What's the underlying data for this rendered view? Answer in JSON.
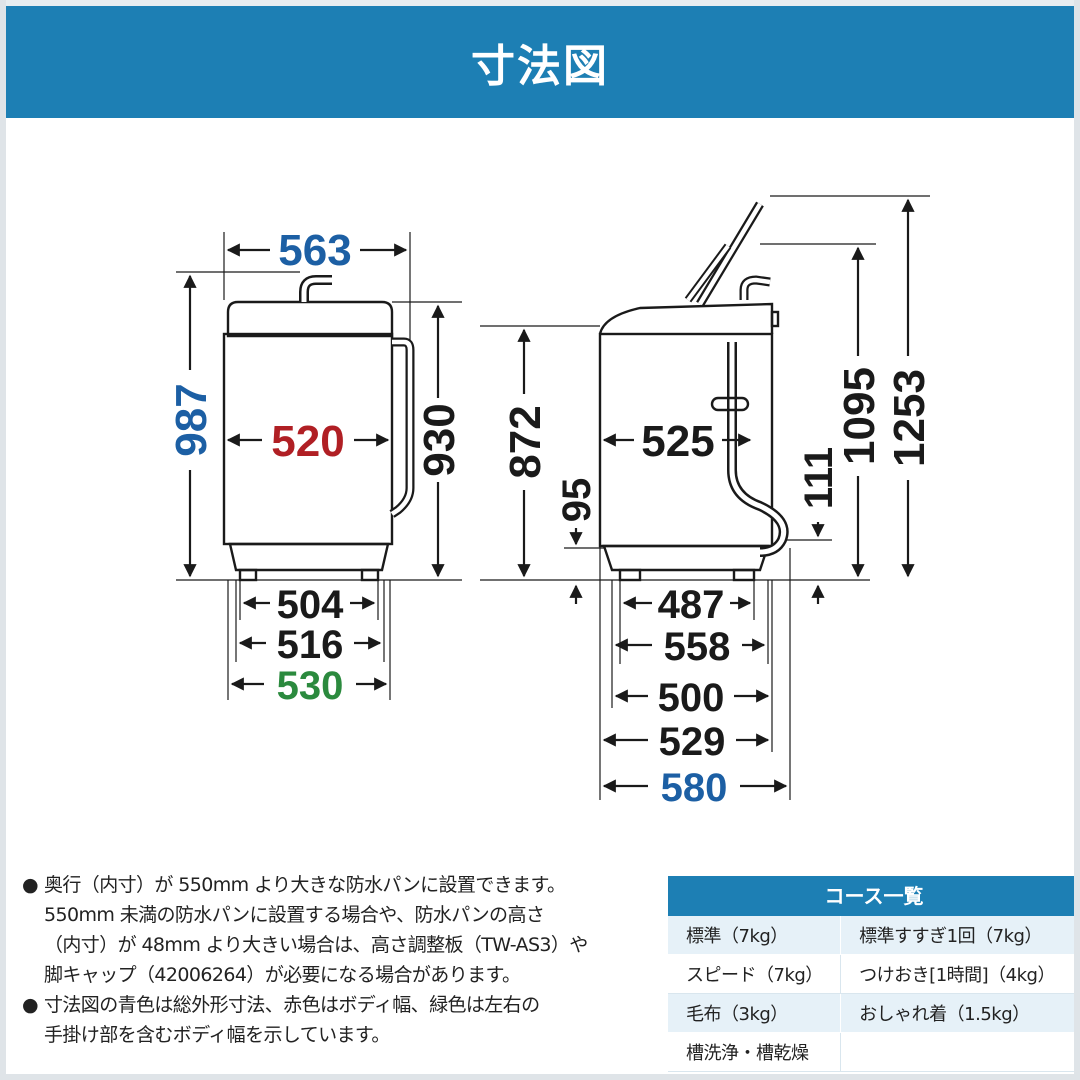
{
  "header": {
    "title": "寸法図"
  },
  "colors": {
    "header_bg": "#1d7fb4",
    "blue": "#1c5fa4",
    "red": "#b01f24",
    "green": "#2b8a3e",
    "black": "#1a1a1a"
  },
  "front_view": {
    "overall_width": "563",
    "body_width": "520",
    "overall_height": "987",
    "lid_height": "930",
    "base_widths": [
      "504",
      "516"
    ],
    "width_with_handles": "530"
  },
  "side_view": {
    "height_872": "872",
    "height_95": "95",
    "depth_525": "525",
    "height_111": "111",
    "height_1095": "1095",
    "height_1253": "1253",
    "depths": [
      "487",
      "558",
      "500",
      "529"
    ],
    "overall_depth": "580"
  },
  "notes": [
    {
      "bullet": "●",
      "text": "奥行（内寸）が 550mm より大きな防水パンに設置できます。\n550mm 未満の防水パンに設置する場合や、防水パンの高さ\n（内寸）が 48mm より大きい場合は、高さ調整板（TW-AS3）や\n脚キャップ（42006264）が必要になる場合があります。"
    },
    {
      "bullet": "●",
      "text": "寸法図の青色は総外形寸法、赤色はボディ幅、緑色は左右の\n手掛け部を含むボディ幅を示しています。"
    }
  ],
  "course_list": {
    "title": "コース一覧",
    "rows": [
      [
        "標準（7kg）",
        "標準すすぎ1回（7kg）"
      ],
      [
        "スピード（7kg）",
        "つけおき[1時間]（4kg）"
      ],
      [
        "毛布（3kg）",
        "おしゃれ着（1.5kg）"
      ],
      [
        "槽洗浄・槽乾燥",
        ""
      ]
    ]
  }
}
